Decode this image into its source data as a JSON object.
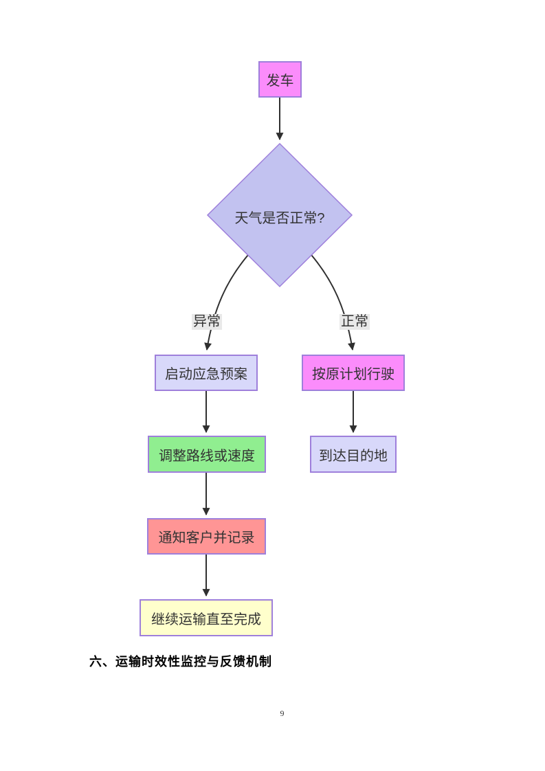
{
  "document": {
    "heading": "六、运输时效性监控与反馈机制",
    "page_number": "9"
  },
  "flowchart": {
    "nodes": {
      "start": {
        "label": "发车",
        "shape": "rect",
        "fill": "#FB8CFB"
      },
      "decision": {
        "label": "天气是否正常?",
        "shape": "diamond",
        "fill": "#C2C2F0"
      },
      "emergency": {
        "label": "启动应急预案",
        "shape": "rect",
        "fill": "#D8D8FA"
      },
      "adjust": {
        "label": "调整路线或速度",
        "shape": "rect",
        "fill": "#90EE90"
      },
      "notify": {
        "label": "通知客户并记录",
        "shape": "rect",
        "fill": "#FF9595"
      },
      "finish": {
        "label": "继续运输直至完成",
        "shape": "rect",
        "fill": "#FFFFCC"
      },
      "planned": {
        "label": "按原计划行驶",
        "shape": "rect",
        "fill": "#FB8CFB"
      },
      "arrive": {
        "label": "到达目的地",
        "shape": "rect",
        "fill": "#D8D8FA"
      }
    },
    "edge_labels": {
      "abnormal": "异常",
      "normal": "正常"
    },
    "edges": [
      {
        "from": "start",
        "to": "decision",
        "label": ""
      },
      {
        "from": "decision",
        "to": "emergency",
        "label": "异常"
      },
      {
        "from": "decision",
        "to": "planned",
        "label": "正常"
      },
      {
        "from": "emergency",
        "to": "adjust",
        "label": ""
      },
      {
        "from": "adjust",
        "to": "notify",
        "label": ""
      },
      {
        "from": "notify",
        "to": "finish",
        "label": ""
      },
      {
        "from": "planned",
        "to": "arrive",
        "label": ""
      }
    ],
    "colors": {
      "node_border": "#9E7FDB",
      "arrow": "#2F2F2F",
      "node_text": "#333333",
      "edge_label_bg": "#E9E9E9"
    }
  }
}
